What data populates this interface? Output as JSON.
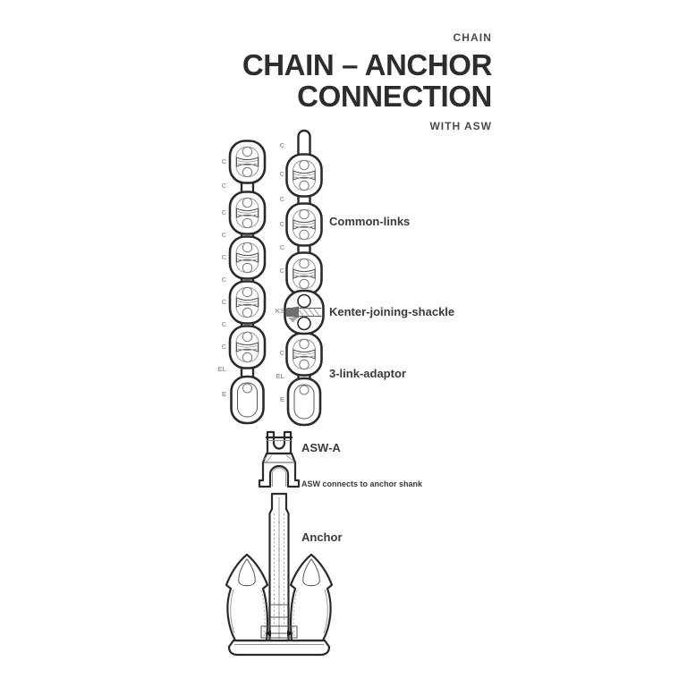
{
  "page": {
    "kicker": "CHAIN",
    "title": {
      "line1": "CHAIN – ANCHOR",
      "line2": "CONNECTION"
    },
    "subtitle": "WITH ASW"
  },
  "diagram": {
    "labels": {
      "common_links": "Common-links",
      "kenter_shackle": "Kenter-joining-shackle",
      "three_link_adaptor": "3-link-adaptor",
      "asw": "ASW-A",
      "asw_note": "ASW connects to anchor shank",
      "anchor": "Anchor"
    },
    "left_chain_marks": [
      "C",
      "C",
      "C",
      "C",
      "C",
      "C",
      "C",
      "C",
      "C",
      "EL",
      "E"
    ],
    "right_chain_marks": [
      "C",
      "C",
      "C",
      "C",
      "C",
      "C",
      "KS",
      "C",
      "EL",
      "E"
    ],
    "colors": {
      "line": "#2b2b2b",
      "label_text": "#3a3a3a",
      "mark_text": "#9b9b9b",
      "background": "#ffffff"
    }
  }
}
